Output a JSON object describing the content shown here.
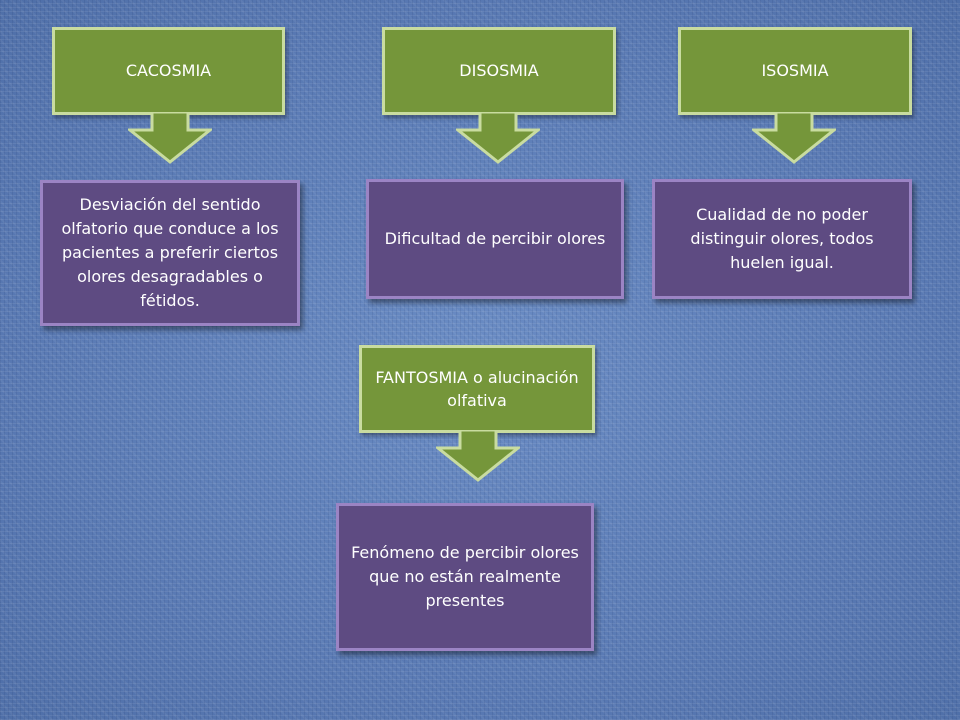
{
  "nodes": {
    "cacosmia": {
      "term": "CACOSMIA",
      "definition": "Desviación del sentido olfatorio que conduce a los pacientes a preferir ciertos olores desagradables o fétidos."
    },
    "disosmia": {
      "term": "DISOSMIA",
      "definition": "Dificultad de percibir olores"
    },
    "isosmia": {
      "term": "ISOSMIA",
      "definition": "Cualidad de no poder distinguir olores, todos huelen igual."
    },
    "fantosmia": {
      "term": "FANTOSMIA o alucinación olfativa",
      "definition": "Fenómeno de percibir olores que no están realmente presentes"
    }
  },
  "colors": {
    "term_fill": "#75963a",
    "term_border": "#c9dca0",
    "definition_fill": "#5e4b82",
    "definition_border": "#9b84c4",
    "background": "#5f82bb"
  }
}
